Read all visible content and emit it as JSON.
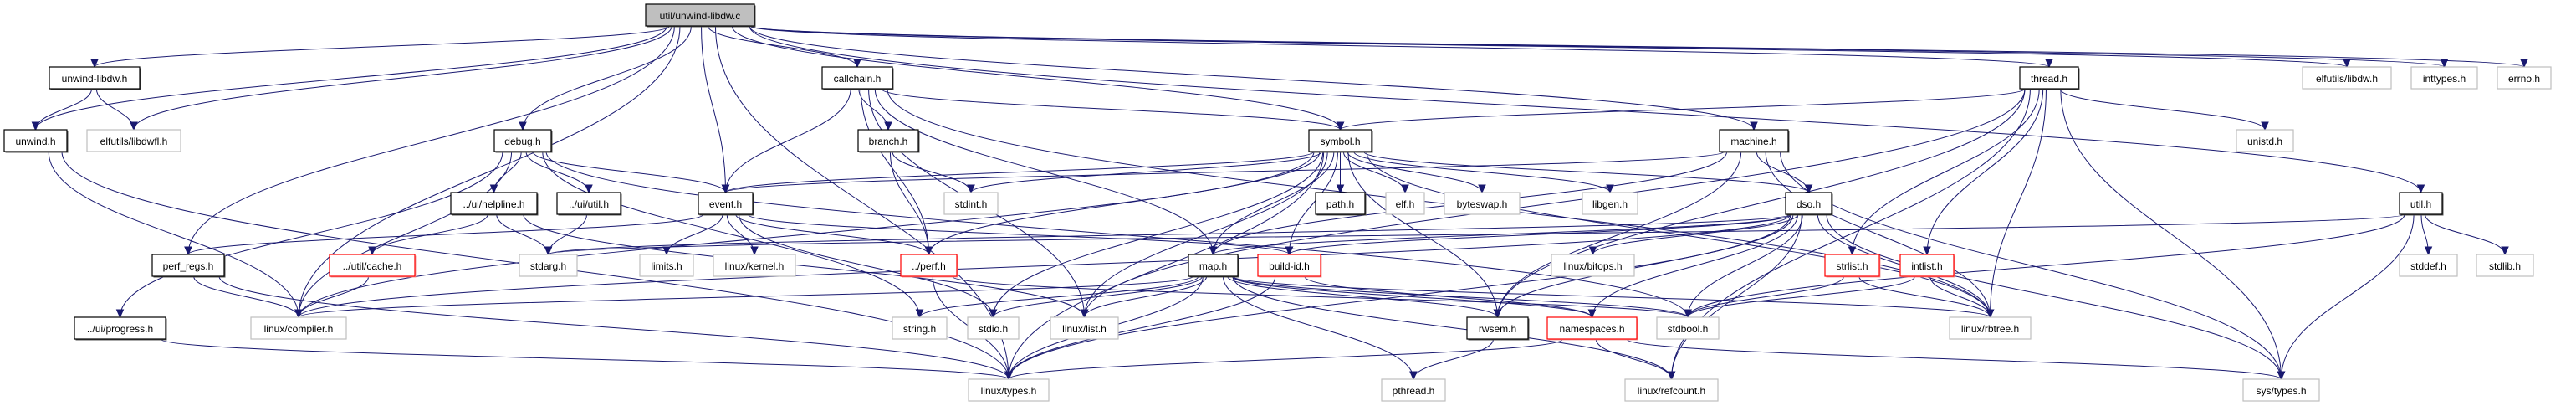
{
  "graph": {
    "title": "util/unwind-libdw.c",
    "kind": "include dependency graph",
    "colors": {
      "edge": "#191970",
      "root_fill": "#bfbfbf",
      "documented_border": "#000000",
      "truncated_border": "#ff0000",
      "external_border": "#bfbfbf",
      "background": "#ffffff"
    },
    "nodes": [
      {
        "id": "root",
        "label": "util/unwind-libdw.c",
        "style": "root"
      },
      {
        "id": "unwind_libdw_h",
        "label": "unwind-libdw.h",
        "style": "documented"
      },
      {
        "id": "callchain_h",
        "label": "callchain.h",
        "style": "documented"
      },
      {
        "id": "thread_h",
        "label": "thread.h",
        "style": "documented"
      },
      {
        "id": "elfutils_libdw_h",
        "label": "elfutils/libdw.h",
        "style": "external"
      },
      {
        "id": "inttypes_h",
        "label": "inttypes.h",
        "style": "external"
      },
      {
        "id": "errno_h",
        "label": "errno.h",
        "style": "external"
      },
      {
        "id": "unwind_h",
        "label": "unwind.h",
        "style": "documented"
      },
      {
        "id": "elfutils_libdwfl_h",
        "label": "elfutils/libdwfl.h",
        "style": "external"
      },
      {
        "id": "debug_h",
        "label": "debug.h",
        "style": "documented"
      },
      {
        "id": "branch_h",
        "label": "branch.h",
        "style": "documented"
      },
      {
        "id": "symbol_h",
        "label": "symbol.h",
        "style": "documented"
      },
      {
        "id": "machine_h",
        "label": "machine.h",
        "style": "documented"
      },
      {
        "id": "unistd_h",
        "label": "unistd.h",
        "style": "external"
      },
      {
        "id": "ui_helpline_h",
        "label": "../ui/helpline.h",
        "style": "documented"
      },
      {
        "id": "ui_util_h",
        "label": "../ui/util.h",
        "style": "documented"
      },
      {
        "id": "event_h",
        "label": "event.h",
        "style": "documented"
      },
      {
        "id": "stdint_h",
        "label": "stdint.h",
        "style": "external"
      },
      {
        "id": "path_h",
        "label": "path.h",
        "style": "documented"
      },
      {
        "id": "elf_h",
        "label": "elf.h",
        "style": "external"
      },
      {
        "id": "byteswap_h",
        "label": "byteswap.h",
        "style": "external"
      },
      {
        "id": "libgen_h",
        "label": "libgen.h",
        "style": "external"
      },
      {
        "id": "dso_h",
        "label": "dso.h",
        "style": "documented"
      },
      {
        "id": "util_h",
        "label": "util.h",
        "style": "documented"
      },
      {
        "id": "perf_regs_h",
        "label": "perf_regs.h",
        "style": "documented"
      },
      {
        "id": "util_cache_h",
        "label": "../util/cache.h",
        "style": "truncated"
      },
      {
        "id": "stdarg_h",
        "label": "stdarg.h",
        "style": "external"
      },
      {
        "id": "limits_h",
        "label": "limits.h",
        "style": "external"
      },
      {
        "id": "linux_kernel_h",
        "label": "linux/kernel.h",
        "style": "external"
      },
      {
        "id": "perf_h",
        "label": "../perf.h",
        "style": "truncated"
      },
      {
        "id": "map_h",
        "label": "map.h",
        "style": "documented"
      },
      {
        "id": "build_id_h",
        "label": "build-id.h",
        "style": "truncated"
      },
      {
        "id": "linux_bitops_h",
        "label": "linux/bitops.h",
        "style": "external"
      },
      {
        "id": "strlist_h",
        "label": "strlist.h",
        "style": "truncated"
      },
      {
        "id": "intlist_h",
        "label": "intlist.h",
        "style": "truncated"
      },
      {
        "id": "stddef_h",
        "label": "stddef.h",
        "style": "external"
      },
      {
        "id": "stdlib_h",
        "label": "stdlib.h",
        "style": "external"
      },
      {
        "id": "ui_progress_h",
        "label": "../ui/progress.h",
        "style": "documented"
      },
      {
        "id": "linux_compiler_h",
        "label": "linux/compiler.h",
        "style": "external"
      },
      {
        "id": "string_h",
        "label": "string.h",
        "style": "external"
      },
      {
        "id": "stdio_h",
        "label": "stdio.h",
        "style": "external"
      },
      {
        "id": "linux_list_h",
        "label": "linux/list.h",
        "style": "external"
      },
      {
        "id": "rwsem_h",
        "label": "rwsem.h",
        "style": "documented"
      },
      {
        "id": "namespaces_h",
        "label": "namespaces.h",
        "style": "truncated"
      },
      {
        "id": "stdbool_h",
        "label": "stdbool.h",
        "style": "external"
      },
      {
        "id": "linux_rbtree_h",
        "label": "linux/rbtree.h",
        "style": "external"
      },
      {
        "id": "linux_types_h",
        "label": "linux/types.h",
        "style": "external"
      },
      {
        "id": "pthread_h",
        "label": "pthread.h",
        "style": "external"
      },
      {
        "id": "linux_refcount_h",
        "label": "linux/refcount.h",
        "style": "external"
      },
      {
        "id": "sys_types_h",
        "label": "sys/types.h",
        "style": "external"
      }
    ],
    "edges": [
      [
        "root",
        "unwind_libdw_h"
      ],
      [
        "root",
        "unwind_h"
      ],
      [
        "root",
        "elfutils_libdwfl_h"
      ],
      [
        "root",
        "debug_h"
      ],
      [
        "root",
        "callchain_h"
      ],
      [
        "root",
        "event_h"
      ],
      [
        "root",
        "perf_regs_h"
      ],
      [
        "root",
        "linux_compiler_h"
      ],
      [
        "root",
        "linux_types_h"
      ],
      [
        "root",
        "thread_h"
      ],
      [
        "root",
        "machine_h"
      ],
      [
        "root",
        "util_h"
      ],
      [
        "root",
        "elfutils_libdw_h"
      ],
      [
        "root",
        "inttypes_h"
      ],
      [
        "root",
        "errno_h"
      ],
      [
        "root",
        "symbol_h"
      ],
      [
        "unwind_libdw_h",
        "unwind_h"
      ],
      [
        "unwind_libdw_h",
        "elfutils_libdwfl_h"
      ],
      [
        "unwind_h",
        "linux_compiler_h"
      ],
      [
        "unwind_h",
        "linux_types_h"
      ],
      [
        "debug_h",
        "ui_helpline_h"
      ],
      [
        "debug_h",
        "ui_util_h"
      ],
      [
        "debug_h",
        "event_h"
      ],
      [
        "debug_h",
        "linux_compiler_h"
      ],
      [
        "debug_h",
        "ui_progress_h"
      ],
      [
        "debug_h",
        "string_h"
      ],
      [
        "debug_h",
        "stdbool_h"
      ],
      [
        "ui_helpline_h",
        "stdarg_h"
      ],
      [
        "ui_helpline_h",
        "util_cache_h"
      ],
      [
        "ui_helpline_h",
        "linux_list_h"
      ],
      [
        "ui_util_h",
        "stdarg_h"
      ],
      [
        "util_cache_h",
        "linux_compiler_h"
      ],
      [
        "ui_progress_h",
        "linux_types_h"
      ],
      [
        "perf_regs_h",
        "linux_compiler_h"
      ],
      [
        "perf_regs_h",
        "linux_types_h"
      ],
      [
        "event_h",
        "perf_regs_h"
      ],
      [
        "event_h",
        "limits_h"
      ],
      [
        "event_h",
        "linux_kernel_h"
      ],
      [
        "event_h",
        "perf_h"
      ],
      [
        "event_h",
        "stdio_h"
      ],
      [
        "event_h",
        "build_id_h"
      ],
      [
        "callchain_h",
        "event_h"
      ],
      [
        "callchain_h",
        "branch_h"
      ],
      [
        "callchain_h",
        "perf_h"
      ],
      [
        "callchain_h",
        "map_h"
      ],
      [
        "callchain_h",
        "symbol_h"
      ],
      [
        "callchain_h",
        "linux_list_h"
      ],
      [
        "callchain_h",
        "linux_rbtree_h"
      ],
      [
        "branch_h",
        "perf_h"
      ],
      [
        "branch_h",
        "stdint_h"
      ],
      [
        "perf_h",
        "linux_types_h"
      ],
      [
        "perf_h",
        "stdbool_h"
      ],
      [
        "symbol_h",
        "path_h"
      ],
      [
        "symbol_h",
        "elf_h"
      ],
      [
        "symbol_h",
        "byteswap_h"
      ],
      [
        "symbol_h",
        "libgen_h"
      ],
      [
        "symbol_h",
        "dso_h"
      ],
      [
        "symbol_h",
        "map_h"
      ],
      [
        "symbol_h",
        "build_id_h"
      ],
      [
        "symbol_h",
        "event_h"
      ],
      [
        "symbol_h",
        "stdint_h"
      ],
      [
        "symbol_h",
        "perf_h"
      ],
      [
        "symbol_h",
        "linux_types_h"
      ],
      [
        "symbol_h",
        "linux_list_h"
      ],
      [
        "symbol_h",
        "stdio_h"
      ],
      [
        "symbol_h",
        "linux_rbtree_h"
      ],
      [
        "symbol_h",
        "linux_compiler_h"
      ],
      [
        "symbol_h",
        "rwsem_h"
      ],
      [
        "machine_h",
        "dso_h"
      ],
      [
        "machine_h",
        "event_h"
      ],
      [
        "machine_h",
        "rwsem_h"
      ],
      [
        "machine_h",
        "map_h"
      ],
      [
        "machine_h",
        "linux_rbtree_h"
      ],
      [
        "machine_h",
        "sys_types_h"
      ],
      [
        "thread_h",
        "symbol_h"
      ],
      [
        "thread_h",
        "unistd_h"
      ],
      [
        "thread_h",
        "strlist_h"
      ],
      [
        "thread_h",
        "intlist_h"
      ],
      [
        "thread_h",
        "linux_rbtree_h"
      ],
      [
        "thread_h",
        "linux_list_h"
      ],
      [
        "thread_h",
        "sys_types_h"
      ],
      [
        "thread_h",
        "linux_refcount_h"
      ],
      [
        "thread_h",
        "rwsem_h"
      ],
      [
        "dso_h",
        "linux_bitops_h"
      ],
      [
        "dso_h",
        "map_h"
      ],
      [
        "dso_h",
        "build_id_h"
      ],
      [
        "dso_h",
        "rwsem_h"
      ],
      [
        "dso_h",
        "namespaces_h"
      ],
      [
        "dso_h",
        "stdbool_h"
      ],
      [
        "dso_h",
        "linux_rbtree_h"
      ],
      [
        "dso_h",
        "linux_refcount_h"
      ],
      [
        "dso_h",
        "sys_types_h"
      ],
      [
        "dso_h",
        "linux_types_h"
      ],
      [
        "dso_h",
        "linux_compiler_h"
      ],
      [
        "dso_h",
        "stdarg_h"
      ],
      [
        "util_h",
        "stddef_h"
      ],
      [
        "util_h",
        "stdlib_h"
      ],
      [
        "util_h",
        "sys_types_h"
      ],
      [
        "util_h",
        "stdbool_h"
      ],
      [
        "util_h",
        "stdarg_h"
      ],
      [
        "map_h",
        "linux_compiler_h"
      ],
      [
        "map_h",
        "string_h"
      ],
      [
        "map_h",
        "stdio_h"
      ],
      [
        "map_h",
        "linux_list_h"
      ],
      [
        "map_h",
        "linux_types_h"
      ],
      [
        "map_h",
        "rwsem_h"
      ],
      [
        "map_h",
        "namespaces_h"
      ],
      [
        "map_h",
        "stdbool_h"
      ],
      [
        "map_h",
        "linux_rbtree_h"
      ],
      [
        "map_h",
        "pthread_h"
      ],
      [
        "map_h",
        "linux_refcount_h"
      ],
      [
        "build_id_h",
        "linux_types_h"
      ],
      [
        "build_id_h",
        "namespaces_h"
      ],
      [
        "strlist_h",
        "linux_rbtree_h"
      ],
      [
        "strlist_h",
        "stdbool_h"
      ],
      [
        "intlist_h",
        "linux_rbtree_h"
      ],
      [
        "intlist_h",
        "stdbool_h"
      ],
      [
        "rwsem_h",
        "pthread_h"
      ],
      [
        "namespaces_h",
        "linux_types_h"
      ],
      [
        "namespaces_h",
        "linux_refcount_h"
      ],
      [
        "namespaces_h",
        "sys_types_h"
      ]
    ]
  }
}
